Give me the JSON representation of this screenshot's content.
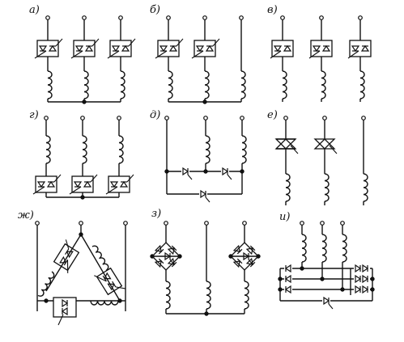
{
  "figure": {
    "panels": [
      {
        "id": "a",
        "label": "а)"
      },
      {
        "id": "b",
        "label": "б)"
      },
      {
        "id": "v",
        "label": "в)"
      },
      {
        "id": "g",
        "label": "г)"
      },
      {
        "id": "d",
        "label": "д)"
      },
      {
        "id": "e",
        "label": "е)"
      },
      {
        "id": "zh",
        "label": "ж)"
      },
      {
        "id": "z",
        "label": "з)"
      },
      {
        "id": "i",
        "label": "и)"
      }
    ],
    "ink_color": "#111111",
    "background": "#ffffff"
  }
}
